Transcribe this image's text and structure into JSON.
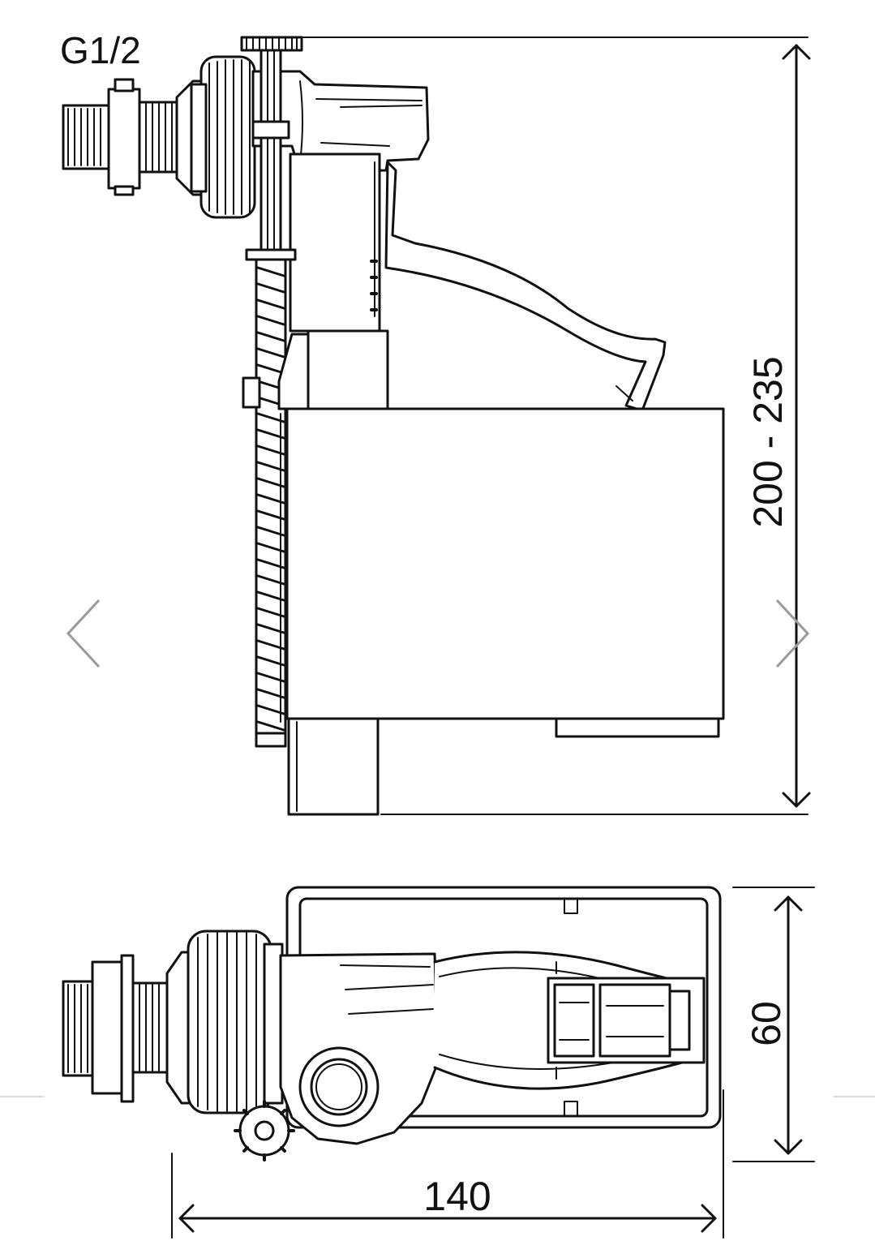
{
  "diagram": {
    "thread_label": "G1/2",
    "height_dimension": "200 - 235",
    "width_dimension": "140",
    "depth_dimension": "60"
  },
  "nav": {
    "prev_icon": "chevron-left-icon",
    "next_icon": "chevron-right-icon"
  },
  "colors": {
    "line": "#111111",
    "nav": "#9a9a9a",
    "background": "#ffffff"
  }
}
